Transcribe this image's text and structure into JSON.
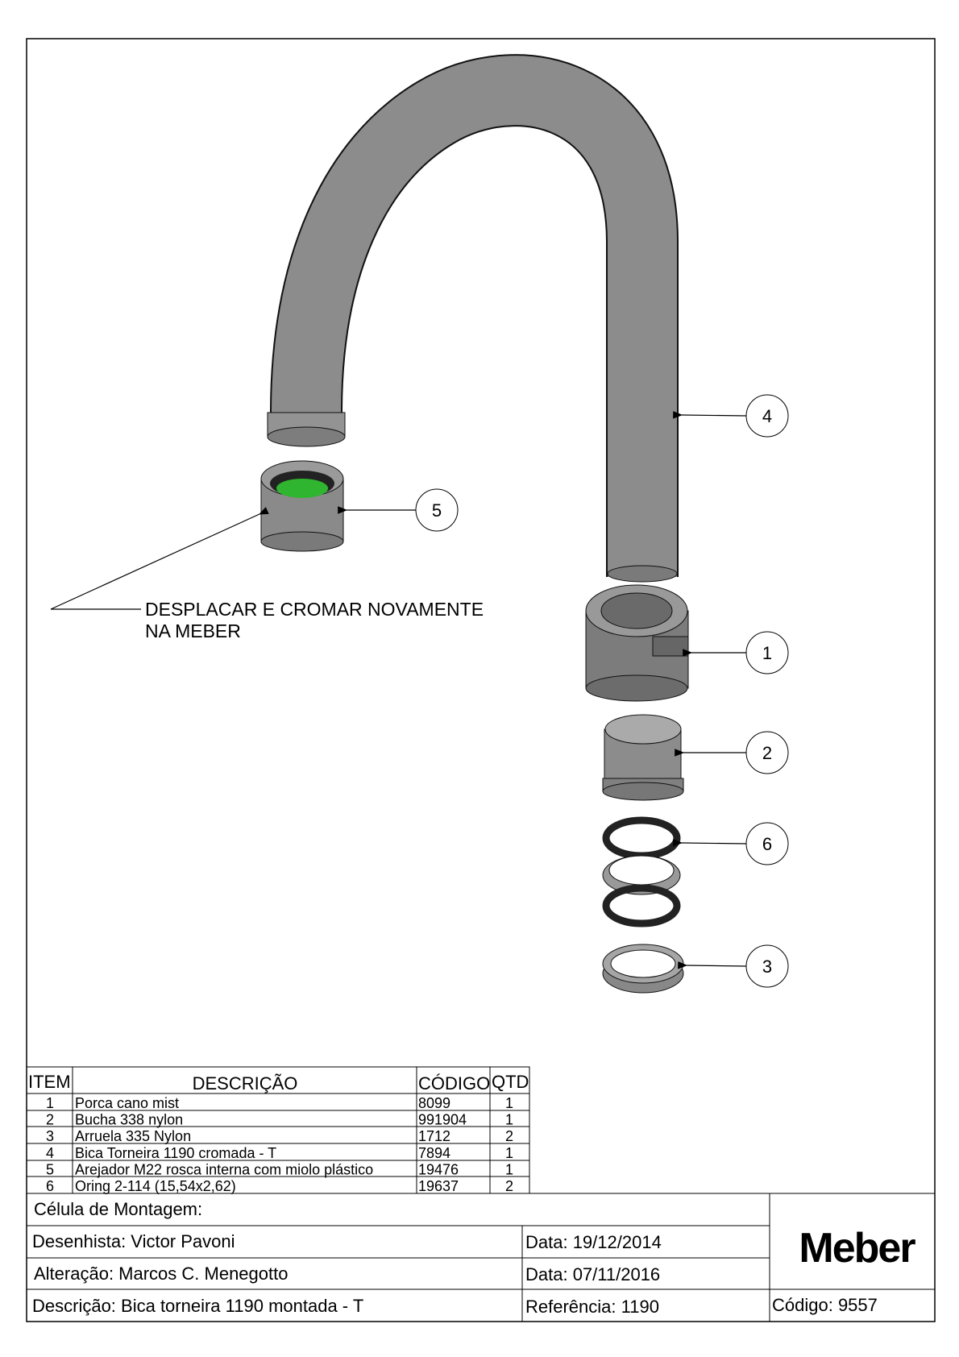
{
  "note": {
    "line1": "DESPLACAR E CROMAR NOVAMENTE",
    "line2": "NA MEBER"
  },
  "balloons": [
    "4",
    "5",
    "1",
    "2",
    "6",
    "3"
  ],
  "bom": {
    "headers": {
      "item": "ITEM",
      "desc": "DESCRIÇÃO",
      "code": "CÓDIGO",
      "qty": "QTD"
    },
    "rows": [
      {
        "item": "1",
        "desc": "Porca cano mist",
        "code": "8099",
        "qty": "1"
      },
      {
        "item": "2",
        "desc": "Bucha 338 nylon",
        "code": "991904",
        "qty": "1"
      },
      {
        "item": "3",
        "desc": "Arruela 335 Nylon",
        "code": "1712",
        "qty": "2"
      },
      {
        "item": "4",
        "desc": "Bica Torneira 1190 cromada - T",
        "code": "7894",
        "qty": "1"
      },
      {
        "item": "5",
        "desc": "Arejador M22 rosca interna com miolo plástico",
        "code": "19476",
        "qty": "1"
      },
      {
        "item": "6",
        "desc": "Oring 2-114 (15,54x2,62)",
        "code": "19637",
        "qty": "2"
      }
    ]
  },
  "title_block": {
    "celula": "Célula de Montagem:",
    "desenhista": "Desenhista: Victor Pavoni",
    "data1": "Data: 19/12/2014",
    "alteracao": "Alteração: Marcos C. Menegotto",
    "data2": "Data: 07/11/2016",
    "descricao": "Descrição: Bica torneira 1190 montada - T",
    "referencia": "Referência: 1190",
    "codigo": "Código: 9557",
    "logo": "Meber"
  },
  "colors": {
    "part": "#8a8a8a",
    "aerator_insert": "#2fb52f"
  }
}
